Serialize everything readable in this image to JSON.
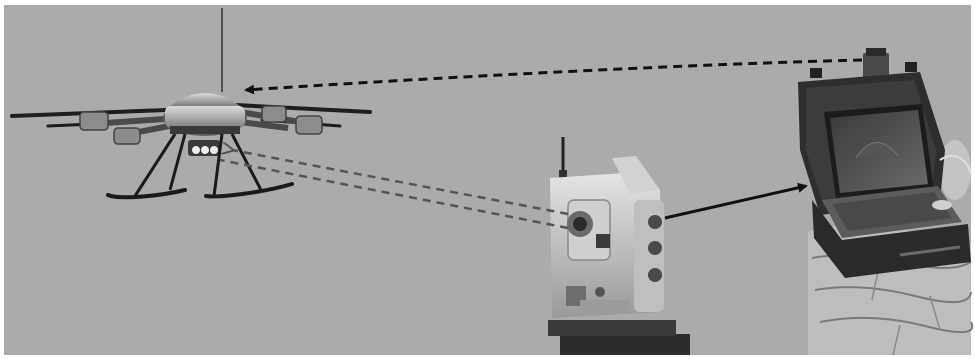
{
  "scene": {
    "palette": {
      "background": "#ababab",
      "frame": "#ffffff",
      "dark": "#1e1e1e",
      "mid": "#6e6e6e",
      "light": "#d6d6d6",
      "arrow_dark": "#111111",
      "arrow_dashed_gray": "#5a5a5a"
    },
    "objects": [
      {
        "name": "drone",
        "kind": "quadcopter with landing skids and antenna",
        "position": "left"
      },
      {
        "name": "total-station",
        "kind": "surveying total station on tripod",
        "position": "center"
      },
      {
        "name": "laptop-case",
        "kind": "rugged case with laptop and radio antenna on rock",
        "position": "right"
      }
    ],
    "arrows": [
      {
        "name": "radio-link-arrow",
        "style": "dashed",
        "from": "laptop-case",
        "to": "drone"
      },
      {
        "name": "laser-beam-upper",
        "style": "dashed",
        "from": "total-station",
        "to": "drone"
      },
      {
        "name": "laser-beam-lower",
        "style": "dashed",
        "from": "total-station",
        "to": "drone"
      },
      {
        "name": "data-link-arrow",
        "style": "solid",
        "from": "total-station",
        "to": "laptop-case"
      }
    ]
  }
}
